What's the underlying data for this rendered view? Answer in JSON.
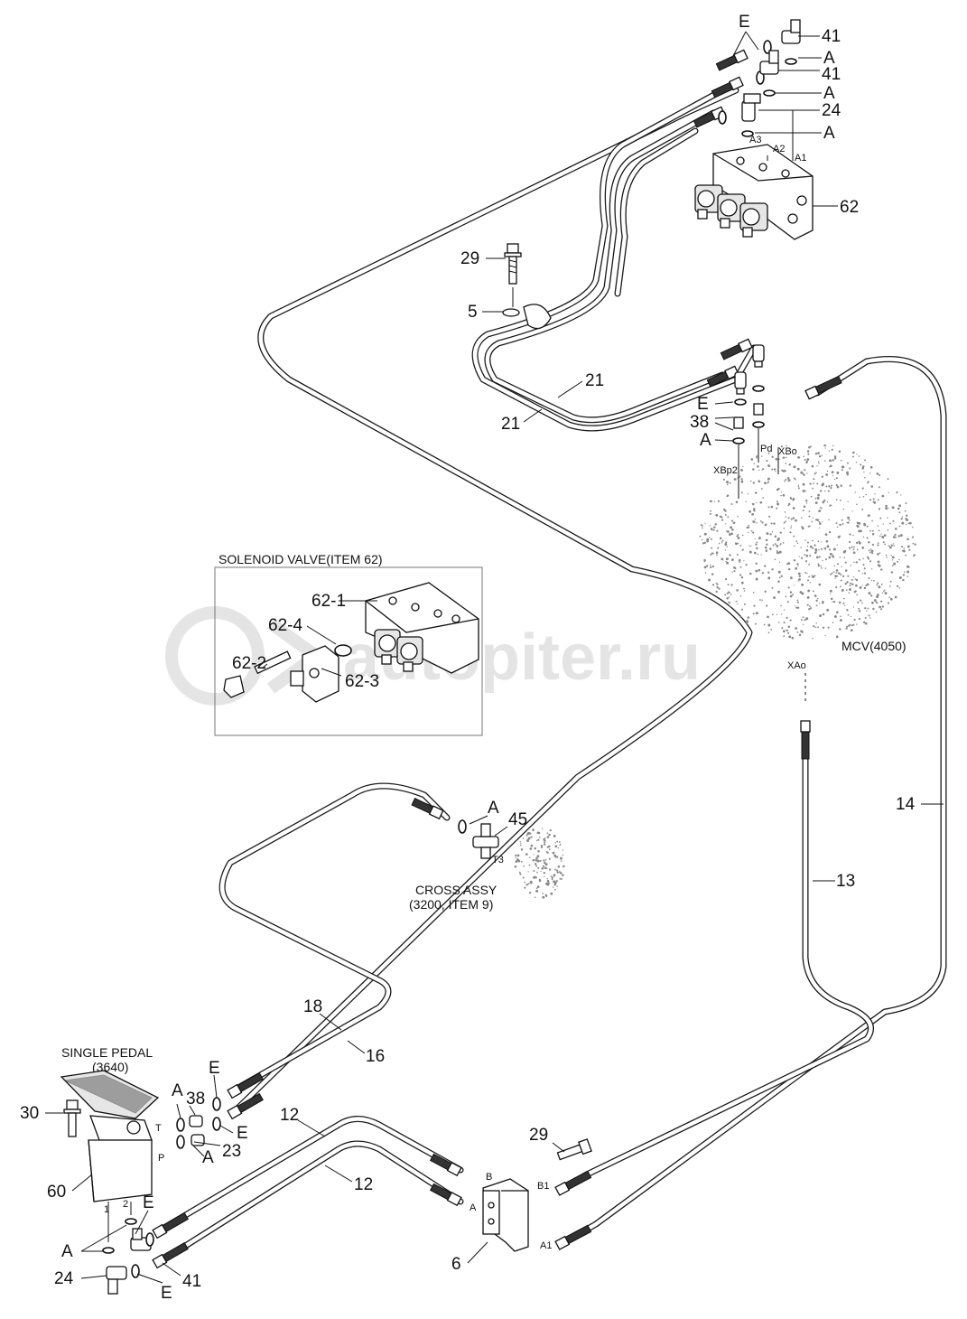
{
  "watermark": "autopiter.ru",
  "captions": {
    "solenoid_valve": "SOLENOID VALVE(ITEM 62)",
    "single_pedal_1": "SINGLE PEDAL",
    "single_pedal_2": "(3640)",
    "cross_assy_1": "CROSS ASSY",
    "cross_assy_2": "(3200, ITEM 9)",
    "mcv": "MCV(4050)"
  },
  "callouts": {
    "top": {
      "e": "E",
      "n41a": "41",
      "a1": "A",
      "n41b": "41",
      "a2": "A",
      "n24": "24",
      "a3": "A",
      "n62": "62"
    },
    "mid": {
      "n29": "29",
      "n5": "5",
      "n21a": "21",
      "n21b": "21",
      "e": "E",
      "n38": "38",
      "a": "A"
    },
    "inset": {
      "p62_1": "62-1",
      "p62_4": "62-4",
      "p62_2": "62-2",
      "p62_3": "62-3"
    },
    "cross": {
      "a": "A",
      "n45": "45"
    },
    "right": {
      "n14": "14",
      "n13": "13"
    },
    "bottom": {
      "n18": "18",
      "n16": "16",
      "n38": "38",
      "a1": "A",
      "e1": "E",
      "a2": "A",
      "n23": "23",
      "e2": "E",
      "n30": "30",
      "n60": "60",
      "n12a": "12",
      "n12b": "12",
      "n29": "29",
      "n6": "6",
      "e3": "E",
      "a3": "A",
      "n24": "24",
      "e4": "E",
      "n41": "41"
    }
  },
  "port_labels": {
    "a3": "A3",
    "a2": "A2",
    "a1": "A1",
    "pd": "Pd",
    "xbo": "XBo",
    "xbp2": "XBp2",
    "xao": "XAo",
    "t3": "T3",
    "t": "T",
    "p": "P",
    "one": "1",
    "two": "2",
    "b": "B",
    "a": "A",
    "b1": "B1",
    "a1b": "A1"
  },
  "icons": [
    "hose-assembly-icon",
    "o-ring-icon",
    "elbow-fitting-icon",
    "solenoid-valve-block-icon",
    "pedal-icon",
    "bracket-icon",
    "bolt-icon",
    "clamp-icon"
  ],
  "colors": {
    "line": "#1a1a1a",
    "background": "#ffffff",
    "watermark": "#000000"
  }
}
